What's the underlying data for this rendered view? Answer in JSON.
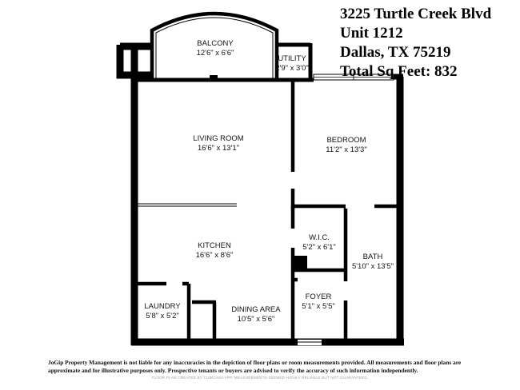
{
  "address": {
    "street": "3225 Turtle Creek Blvd",
    "unit": "Unit 1212",
    "city": "Dallas, TX 75219",
    "sqft": "Total Sq Feet: 832"
  },
  "rooms": {
    "balcony": {
      "name": "BALCONY",
      "dims": "12'6\" x 6'6\""
    },
    "utility": {
      "name": "UTILITY",
      "dims": "2'9\" x 3'0\""
    },
    "living": {
      "name": "LIVING ROOM",
      "dims": "16'6\" x 13'1\""
    },
    "bedroom": {
      "name": "BEDROOM",
      "dims": "11'2\" x 13'3\""
    },
    "kitchen": {
      "name": "KITCHEN",
      "dims": "16'6\" x 8'6\""
    },
    "wic": {
      "name": "W.I.C.",
      "dims": "5'2\" x 6'1\""
    },
    "bath": {
      "name": "BATH",
      "dims": "5'10\" x 13'5\""
    },
    "laundry": {
      "name": "LAUNDRY",
      "dims": "5'8\" x 5'2\""
    },
    "dining": {
      "name": "DINING AREA",
      "dims": "10'5\" x 5'6\""
    },
    "foyer": {
      "name": "FOYER",
      "dims": "5'1\" x 5'5\""
    }
  },
  "disclaimer": "JoGip Property Management is not liable for any inaccuracies in the depiction of floor plans or room measurements provided. All measurements and floor plans are approximate and for illustrative purposes only. Prospective tenants or buyers are advised to verify the accuracy of such information independently.",
  "credit": "FLOOR PLAN CREATED BY CUBICASA APP. MEASUREMENTS DEEMED HIGHLY RELIABLE BUT NOT GUARANTEED."
}
